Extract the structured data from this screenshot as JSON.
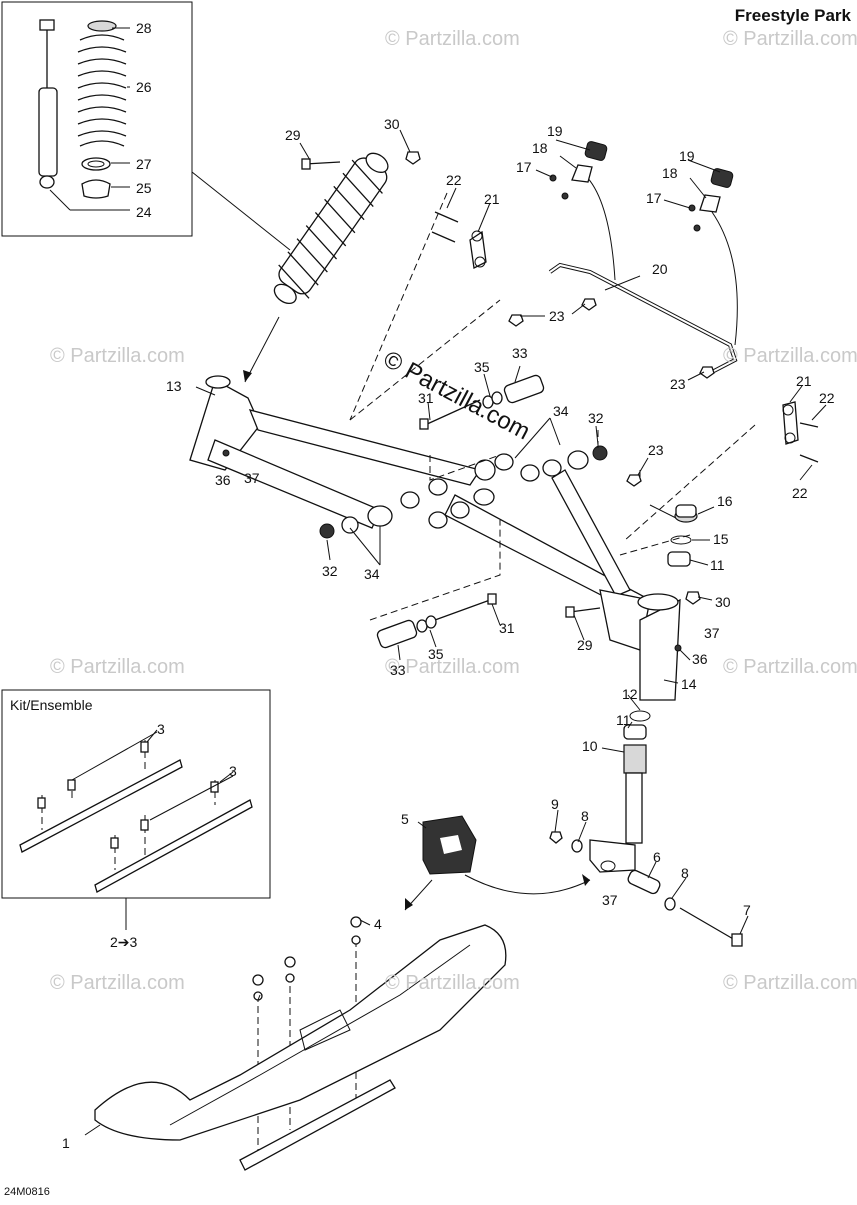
{
  "title": "Freestyle Park",
  "kit_label": "Kit/Ensemble",
  "drawing_code": "24M0816",
  "kit_reference": "2➔3",
  "copyright": "© Partzilla.com",
  "watermark": "© Partzilla.com",
  "callouts": [
    "28",
    "26",
    "27",
    "25",
    "24",
    "29",
    "30",
    "19",
    "18",
    "17",
    "19",
    "18",
    "17",
    "22",
    "21",
    "20",
    "23",
    "33",
    "35",
    "31",
    "34",
    "32",
    "13",
    "23",
    "36",
    "37",
    "32",
    "34",
    "16",
    "15",
    "11",
    "30",
    "37",
    "36",
    "14",
    "29",
    "31",
    "33",
    "35",
    "12",
    "11",
    "10",
    "9",
    "8",
    "6",
    "8",
    "7",
    "5",
    "37",
    "3",
    "3",
    "4",
    "1",
    "21",
    "22",
    "22",
    "23"
  ]
}
